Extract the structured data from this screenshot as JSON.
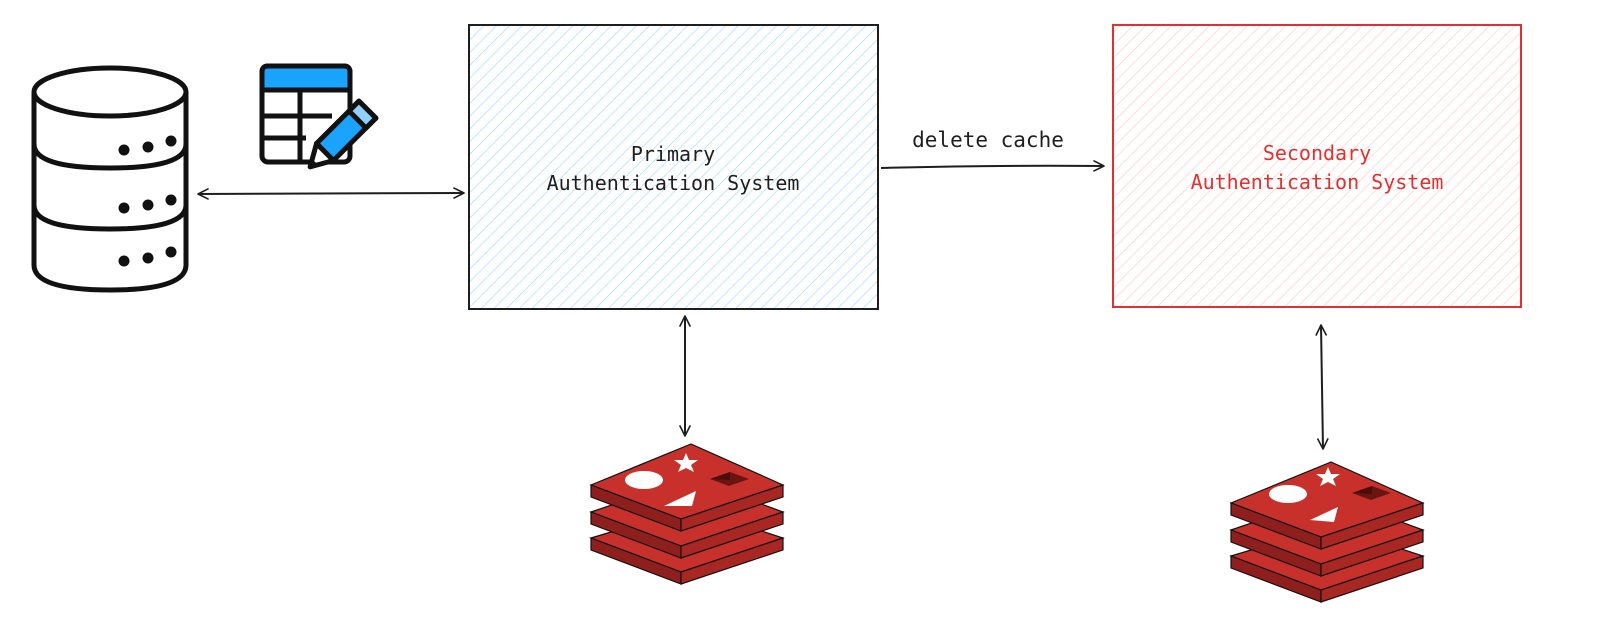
{
  "primary": {
    "label_line1": "Primary",
    "label_line2": "Authentication System",
    "stroke_color": "#1e1e1e",
    "hatch_color": "#a5d8ff",
    "text_color": "#1e1e1e"
  },
  "secondary": {
    "label_line1": "Secondary",
    "label_line2": "Authentication System",
    "stroke_color": "#e03131",
    "hatch_color": "#ffc9c9",
    "text_color": "#e03131"
  },
  "edges": {
    "primary_to_secondary_label": "delete cache"
  },
  "icons": {
    "database": "database-icon",
    "table_edit": "table-edit-icon",
    "cache_primary": "redis-icon",
    "cache_secondary": "redis-icon"
  },
  "colors": {
    "arrow": "#1e1e1e",
    "table_header_blue": "#1aa3ff",
    "pencil_blue": "#1aa3ff",
    "pencil_light": "#8fd0ff",
    "redis_red": "#c8302b",
    "redis_dark": "#8e1f1c"
  }
}
